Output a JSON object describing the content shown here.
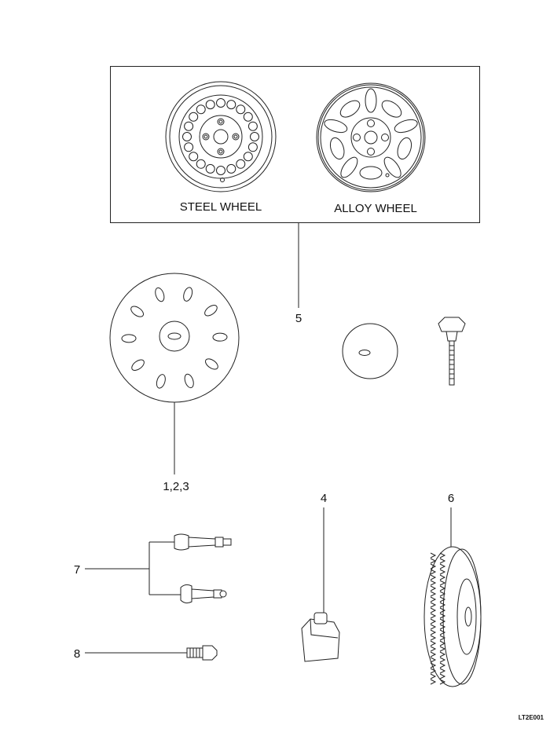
{
  "figure_code": "LT2E001",
  "wheel_box": {
    "steel_label": "STEEL WHEEL",
    "alloy_label": "ALLOY WHEEL"
  },
  "callouts": {
    "wheel": "5",
    "wheel_cover": "1,2,3",
    "balance_weight": "4",
    "tire": "6",
    "valve": "7",
    "lug_bolt": "8"
  }
}
